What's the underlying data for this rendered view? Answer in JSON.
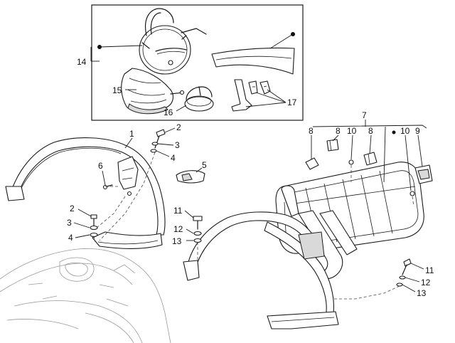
{
  "callouts": {
    "c1": "1",
    "c2a": "2",
    "c2b": "2",
    "c3a": "3",
    "c3b": "3",
    "c4a": "4",
    "c4b": "4",
    "c5": "5",
    "c6": "6",
    "c7": "7",
    "c8a": "8",
    "c8b": "8",
    "c8c": "8",
    "c9": "9",
    "c10a": "10",
    "c10b": "10",
    "c11a": "11",
    "c11b": "11",
    "c12a": "12",
    "c12b": "12",
    "c13a": "13",
    "c13b": "13",
    "c14": "14",
    "c15": "15",
    "c16": "16",
    "c17": "17"
  },
  "colors": {
    "line": "#1a1a1a",
    "ghost": "#9a9a9a",
    "background": "#ffffff"
  }
}
